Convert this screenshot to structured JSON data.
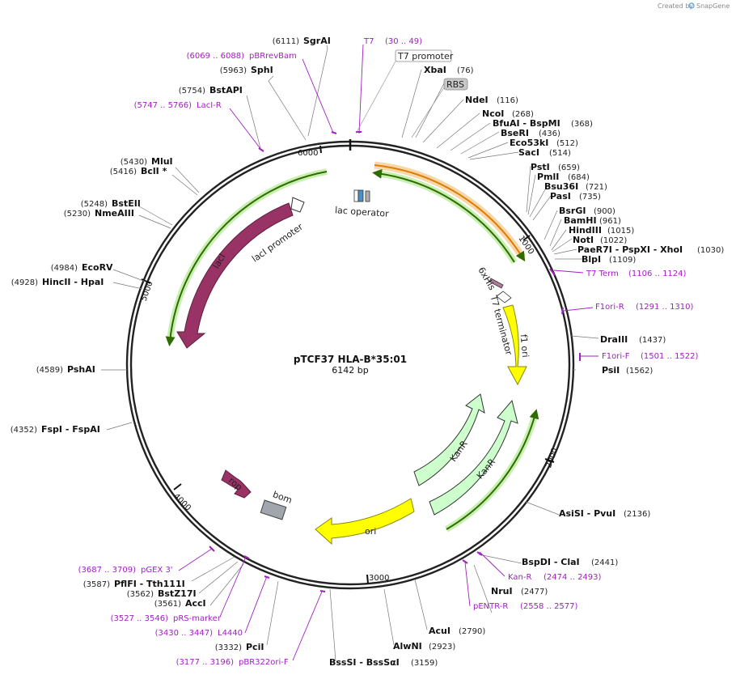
{
  "credit": {
    "prefix": "Created by",
    "brand": "SnapGene"
  },
  "plasmid": {
    "name": "pTCF37 HLA-B*35:01",
    "length_label": "6142 bp"
  },
  "ticks": [
    "1000",
    "2000",
    "3000",
    "4000",
    "5000",
    "6000"
  ],
  "sites": [
    {
      "pos": "(6111)",
      "text": "SgrAI"
    },
    {
      "pos": "(5963)",
      "text": "SphI"
    },
    {
      "pos": "(5754)",
      "text": "BstAPI"
    },
    {
      "pos": "(5430)",
      "text": "MluI"
    },
    {
      "pos": "(5416)",
      "text": "BclI *"
    },
    {
      "pos": "(5248)",
      "text": "BstEII"
    },
    {
      "pos": "(5230)",
      "text": "NmeAIII"
    },
    {
      "pos": "(4984)",
      "text": "EcoRV"
    },
    {
      "pos": "(4928)",
      "text": "HincII - HpaI"
    },
    {
      "pos": "(4589)",
      "text": "PshAI"
    },
    {
      "pos": "(4352)",
      "text": "FspI - FspAI"
    },
    {
      "pos": "(3587)",
      "text": "PflFI - Tth111I"
    },
    {
      "pos": "(3562)",
      "text": "BstZ17I"
    },
    {
      "pos": "(3561)",
      "text": "AccI"
    },
    {
      "pos": "(3332)",
      "text": "PciI"
    },
    {
      "pos": "(3159)",
      "text": "BssSI - BssSαI",
      "pos_after": true
    },
    {
      "pos": "(2923)",
      "text": "AlwNI",
      "pos_after": true
    },
    {
      "pos": "(2790)",
      "text": "AcuI",
      "pos_after": true
    },
    {
      "pos": "(2477)",
      "text": "NruI",
      "pos_after": true
    },
    {
      "pos": "(2441)",
      "text": "BspDI - ClaI",
      "pos_after": true
    },
    {
      "pos": "(2136)",
      "text": "AsiSI - PvuI",
      "pos_after": true
    },
    {
      "pos": "(1562)",
      "text": "PsiI",
      "pos_after": true
    },
    {
      "pos": "(1437)",
      "text": "DraIII",
      "pos_after": true
    },
    {
      "pos": "(1109)",
      "text": "BlpI",
      "pos_after": true
    },
    {
      "pos": "(1030)",
      "text": "PaeR7I - PspXI - XhoI",
      "pos_after": true
    },
    {
      "pos": "(1022)",
      "text": "NotI",
      "pos_after": true
    },
    {
      "pos": "(1015)",
      "text": "HindIII",
      "pos_after": true
    },
    {
      "pos": "(961)",
      "text": "BamHI",
      "pos_after": true
    },
    {
      "pos": "(900)",
      "text": "BsrGI",
      "pos_after": true
    },
    {
      "pos": "(735)",
      "text": "PasI",
      "pos_after": true
    },
    {
      "pos": "(721)",
      "text": "Bsu36I",
      "pos_after": true
    },
    {
      "pos": "(684)",
      "text": "PmlI",
      "pos_after": true
    },
    {
      "pos": "(659)",
      "text": "PstI",
      "pos_after": true
    },
    {
      "pos": "(514)",
      "text": "SacI",
      "pos_after": true
    },
    {
      "pos": "(512)",
      "text": "Eco53kI",
      "pos_after": true
    },
    {
      "pos": "(436)",
      "text": "BseRI",
      "pos_after": true
    },
    {
      "pos": "(368)",
      "text": "BfuAI - BspMI",
      "pos_after": true
    },
    {
      "pos": "(268)",
      "text": "NcoI",
      "pos_after": true
    },
    {
      "pos": "(116)",
      "text": "NdeI",
      "pos_after": true
    },
    {
      "pos": "(76)",
      "text": "XbaI",
      "pos_after": true
    }
  ],
  "primers": [
    {
      "name": "pBRrevBam",
      "range": "(6069 .. 6088)"
    },
    {
      "name": "LacI-R",
      "range": "(5747 .. 5766)"
    },
    {
      "name": "T7",
      "range": "(30 .. 49)"
    },
    {
      "name": "T7 Term",
      "range": "(1106 .. 1124)"
    },
    {
      "name": "F1ori-R",
      "range": "(1291 .. 1310)"
    },
    {
      "name": "F1ori-F",
      "range": "(1501 .. 1522)"
    },
    {
      "name": "Kan-R",
      "range": "(2474 .. 2493)"
    },
    {
      "name": "pENTR-R",
      "range": "(2558 .. 2577)"
    },
    {
      "name": "pGEX 3'",
      "range": "(3687 .. 3709)"
    },
    {
      "name": "pRS-marker",
      "range": "(3527 .. 3546)"
    },
    {
      "name": "L4440",
      "range": "(3430 .. 3447)"
    },
    {
      "name": "pBR322ori-F",
      "range": "(3177 .. 3196)"
    }
  ],
  "boxed_features": [
    {
      "name": "T7 promoter",
      "color": "#ffffff"
    },
    {
      "name": "RBS",
      "color": "#c8c8c8"
    }
  ],
  "features": {
    "lac_operator": "lac operator",
    "laci": "lacI",
    "laci_promoter": "lacI promoter",
    "sixhis": "6xHis",
    "t7_terminator": "T7 terminator",
    "f1_ori": "f1 ori",
    "kanr_a": "KanR",
    "kanr_b": "KanR",
    "ori": "ori",
    "rop": "rop",
    "bom": "bom"
  },
  "colors": {
    "laci": "#993366",
    "f1_ori": "#ffff00",
    "ori": "#ffff00",
    "kanr": "#ccffcc",
    "orf_arrow": "#33aa00",
    "insert_arrow": "#e07b00",
    "primer": "#a020c0",
    "bom": "#a0a6ab",
    "rop": "#993366"
  }
}
